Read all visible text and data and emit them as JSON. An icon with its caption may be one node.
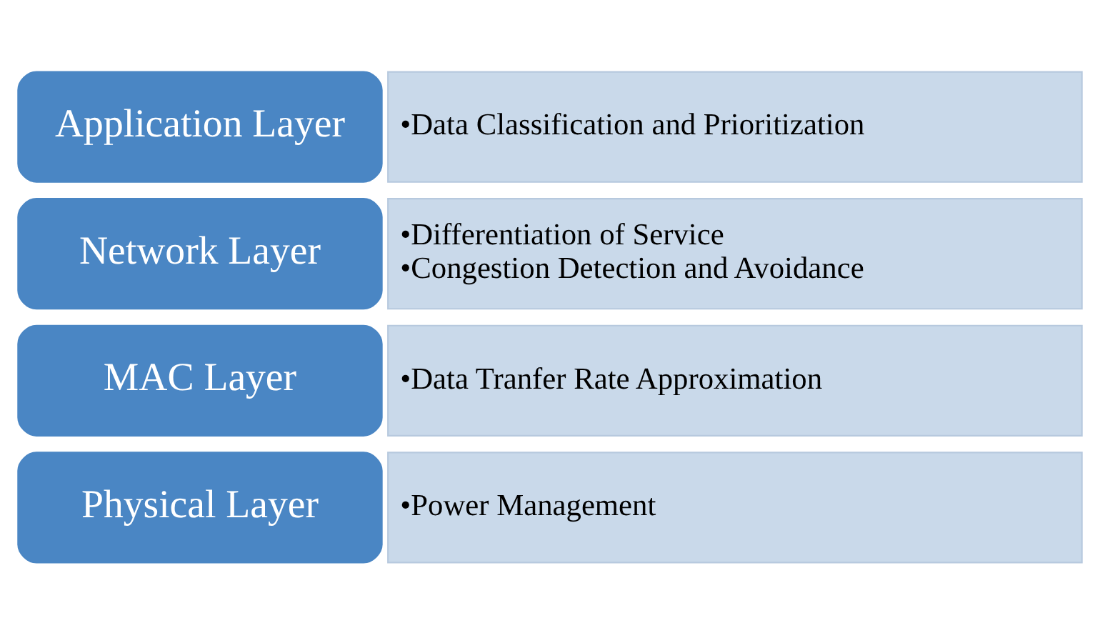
{
  "diagram": {
    "nodes": [
      {
        "text": [
          "Application Layer"
        ]
      },
      {
        "text": [
          "•Data Classification and Prioritization"
        ]
      },
      {
        "text": [
          "Network Layer"
        ]
      },
      {
        "text": [
          "•Differentiation of Service",
          "•Congestion Detection and Avoidance"
        ]
      },
      {
        "text": [
          "MAC Layer"
        ]
      },
      {
        "text": [
          "•Data Tranfer Rate Approximation"
        ]
      },
      {
        "text": [
          "Physical Layer"
        ]
      },
      {
        "text": [
          "•Power Management"
        ]
      }
    ],
    "edges": []
  }
}
